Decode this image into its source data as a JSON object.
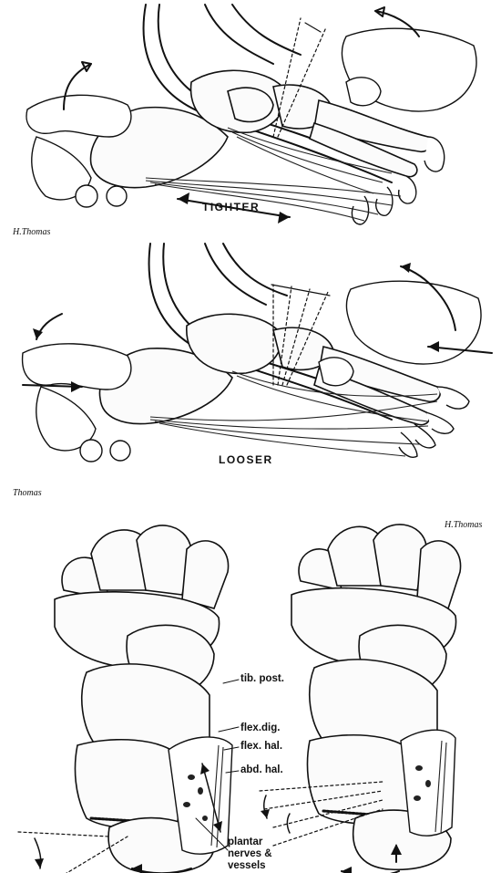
{
  "panels": {
    "top": {
      "caption": "TIGHTER",
      "signature": "H.Thomas"
    },
    "middle": {
      "caption": "LOOSER",
      "signature": "Thomas"
    },
    "bottom": {
      "signature": "H.Thomas",
      "labels": {
        "tib_post": "tib. post.",
        "flex_dig": "flex.dig.",
        "flex_hal": "flex. hal.",
        "abd_hal": "abd. hal.",
        "plantar_line1": "plantar",
        "plantar_line2": "nerves &",
        "plantar_line3": "vessels"
      }
    }
  },
  "colors": {
    "ink": "#111111",
    "paper": "#ffffff"
  }
}
